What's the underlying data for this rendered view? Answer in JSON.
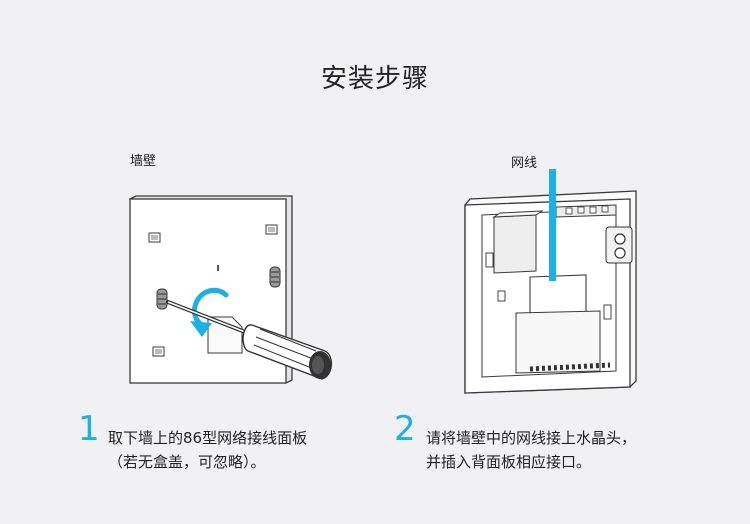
{
  "page": {
    "title": "安装步骤",
    "accent_color": "#1ab0e8"
  },
  "figure_left": {
    "label": "墙壁",
    "icons": [
      "wall-plate-icon",
      "screwdriver-icon",
      "rotate-arrow-icon"
    ]
  },
  "figure_right": {
    "label": "网线",
    "icons": [
      "panel-back-icon",
      "network-cable-icon"
    ]
  },
  "steps": [
    {
      "number": "1",
      "line1": "取下墙上的86型网络接线面板",
      "line2": "（若无盒盖，可忽略）。"
    },
    {
      "number": "2",
      "line1": "请将墙壁中的网线接上水晶头，",
      "line2": "并插入背面板相应接口。"
    }
  ]
}
